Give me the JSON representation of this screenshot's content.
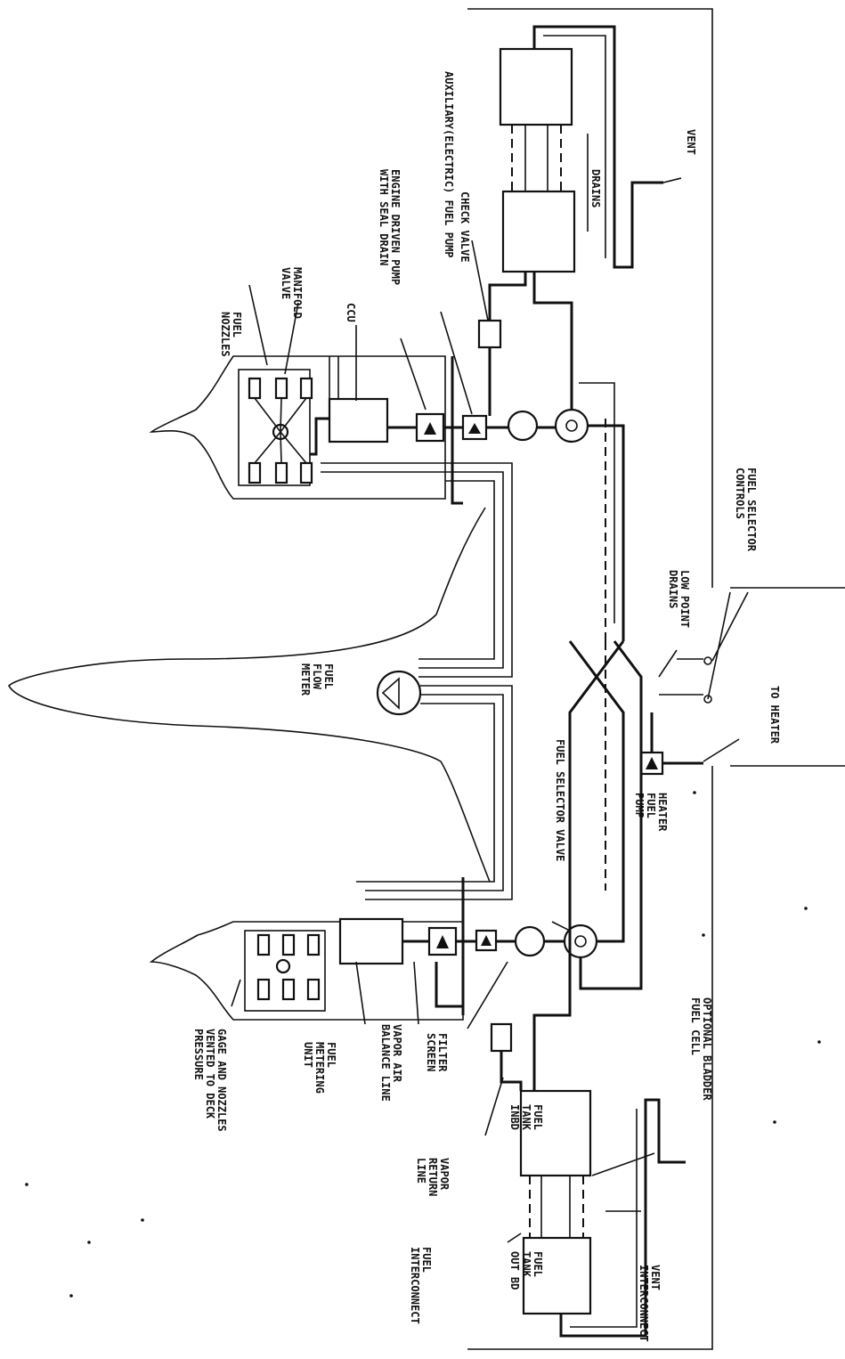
{
  "labels": {
    "fuel_nozzles": "FUEL\nNOZZLES",
    "manifold_valve": "MANIFOLD\nVALVE",
    "ccu": "CCU",
    "engine_pump": "ENGINE DRIVEN PUMP\nWITH SEAL DRAIN",
    "aux_pump": "AUXILIARY(ELECTRIC) FUEL PUMP",
    "check_valve": "CHECK VALVE",
    "drains": "DRAINS",
    "vent_top": "VENT",
    "fuel_selector_controls": "FUEL SELECTOR\nCONTROLS",
    "low_point_drains": "LOW POINT\nDRAINS",
    "fuel_flow_meter": "FUEL\nFLOW\nMETER",
    "to_heater": "TO HEATER",
    "fuel_selector_valve": "FUEL SELECTOR VALVE",
    "heater_fuel_pump": "HEATER\nFUEL\nPUMP",
    "gage_and_nozzles": "GAGE AND NOZZLES\nVENTED TO DECK\nPRESSURE",
    "fuel_metering_unit": "FUEL\nMETERING\nUNIT",
    "vapor_air_balance": "VAPOR AIR\nBALANCE LINE",
    "filter_screen": "FILTER\nSCREEN",
    "vapor_return": "VAPOR\nRETURN\nLINE",
    "fuel_tank_inbd": "FUEL\nTANK\nINBD",
    "fuel_tank_outbd": "FUEL\nTANK\nOUT BD",
    "optional_bladder": "OPTIONAL BLADDER\nFUEL CELL",
    "vent_interconnect": "VENT\nINTERCONNECT",
    "fuel_interconnect": "FUEL\nINTERCONNECT"
  }
}
